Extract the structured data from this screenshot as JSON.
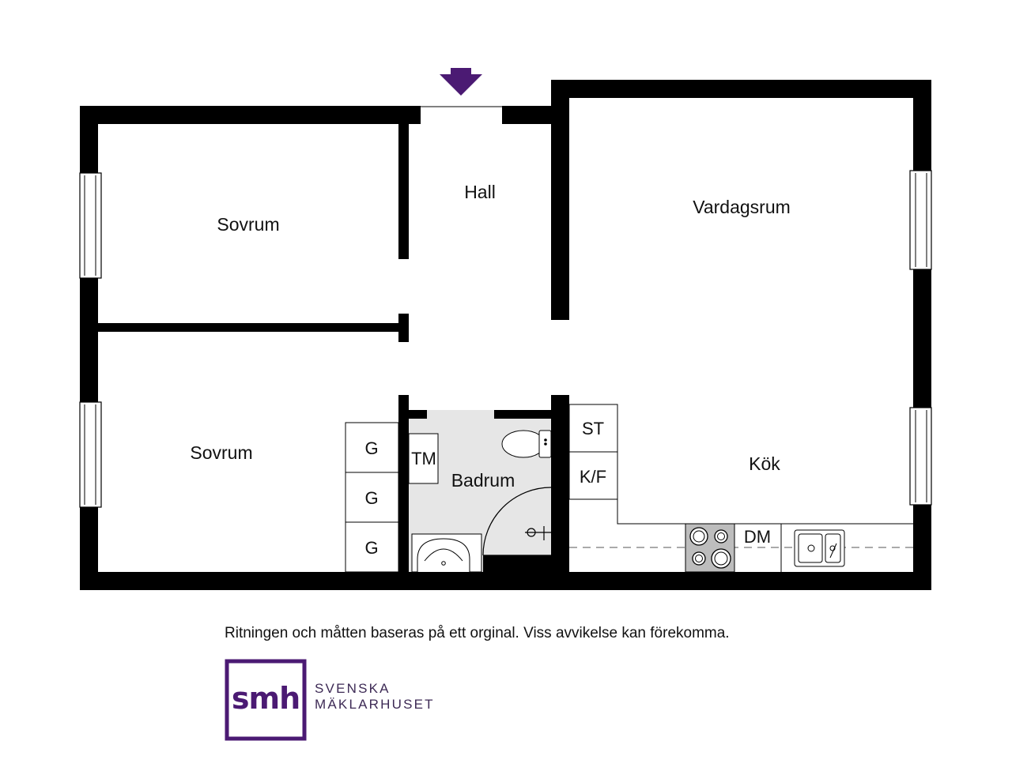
{
  "colors": {
    "wall": "#000000",
    "bathroom_floor": "#e6e6e6",
    "arrow": "#4b1a73",
    "brand": "#4b1a73"
  },
  "rooms": {
    "sovrum_top": "Sovrum",
    "sovrum_bottom": "Sovrum",
    "hall": "Hall",
    "vardagsrum": "Vardagsrum",
    "kok": "Kök",
    "badrum": "Badrum"
  },
  "fixtures": {
    "wardrobe_1": "G",
    "wardrobe_2": "G",
    "wardrobe_3": "G",
    "tm": "TM",
    "st": "ST",
    "kf": "K/F",
    "dm": "DM"
  },
  "entrance_icon": "arrow-down-icon",
  "footer": {
    "disclaimer": "Ritningen och måtten baseras på ett orginal. Viss avvikelse kan förekomma.",
    "logo_text": "smh",
    "brand_line1": "SVENSKA",
    "brand_line2": "MÄKLARHUSET"
  }
}
